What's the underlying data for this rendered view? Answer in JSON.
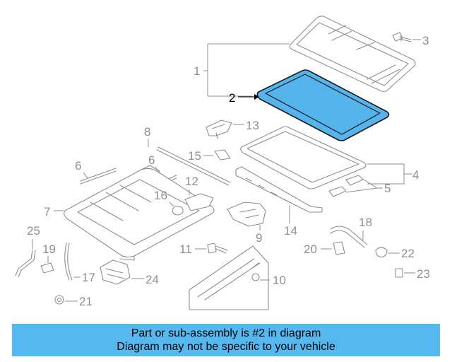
{
  "diagram": {
    "callouts": {
      "c1": "1",
      "c2": "2",
      "c3": "3",
      "c4": "4",
      "c5": "5",
      "c6a": "6",
      "c6b": "6",
      "c7": "7",
      "c8": "8",
      "c9": "9",
      "c10": "10",
      "c11": "11",
      "c12": "12",
      "c13": "13",
      "c14": "14",
      "c15": "15",
      "c16": "16",
      "c17": "17",
      "c18": "18",
      "c19": "19",
      "c20": "20",
      "c21": "21",
      "c22": "22",
      "c23": "23",
      "c24": "24",
      "c25": "25"
    },
    "highlight_part": "2",
    "highlight_color": "#55b4ec"
  },
  "footer": {
    "line1": "Part or sub-assembly is #2 in diagram",
    "line2": "Diagram may not be specific to your vehicle",
    "background": "#55b8ef"
  }
}
